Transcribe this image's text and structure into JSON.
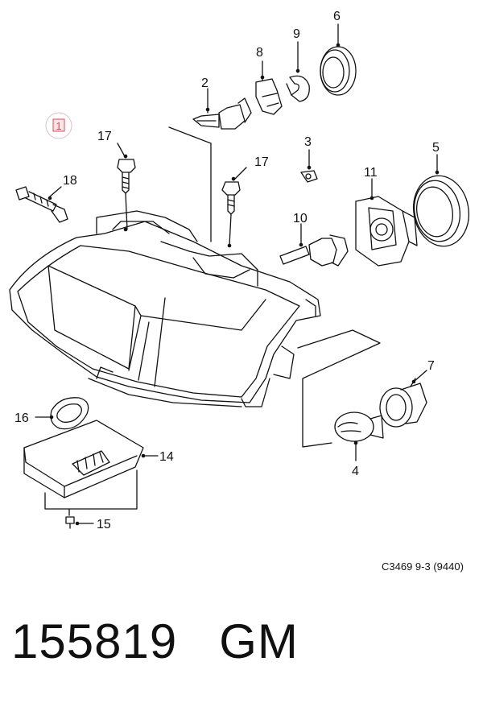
{
  "diagram": {
    "callouts": {
      "c1": "1",
      "c2": "2",
      "c3": "3",
      "c4": "4",
      "c5": "5",
      "c6": "6",
      "c7": "7",
      "c8": "8",
      "c9": "9",
      "c10": "10",
      "c11": "11",
      "c14": "14",
      "c15": "15",
      "c16": "16",
      "c17a": "17",
      "c17b": "17",
      "c18": "18"
    },
    "reference": "C3469 9-3 (9440)"
  },
  "footer": {
    "number": "155819",
    "brand": "GM"
  },
  "colors": {
    "line": "#111111",
    "badge": "#e04a5a",
    "badge_fill": "#fbe3e6"
  }
}
